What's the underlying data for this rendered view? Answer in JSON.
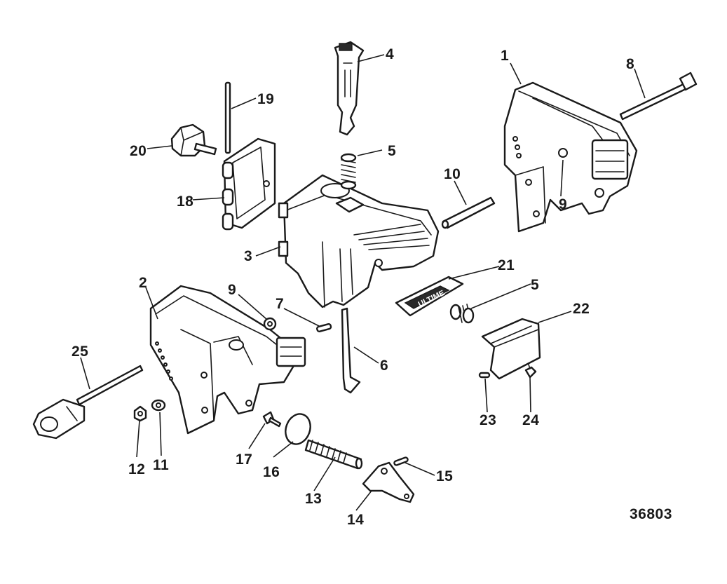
{
  "figure_number": "36803",
  "callouts": [
    "1",
    "2",
    "3",
    "4",
    "5",
    "5",
    "6",
    "7",
    "8",
    "9",
    "9",
    "10",
    "11",
    "12",
    "13",
    "14",
    "15",
    "16",
    "17",
    "18",
    "19",
    "20",
    "21",
    "22",
    "23",
    "24",
    "25"
  ],
  "decals": {
    "tab_21_text": "ULTIME"
  }
}
